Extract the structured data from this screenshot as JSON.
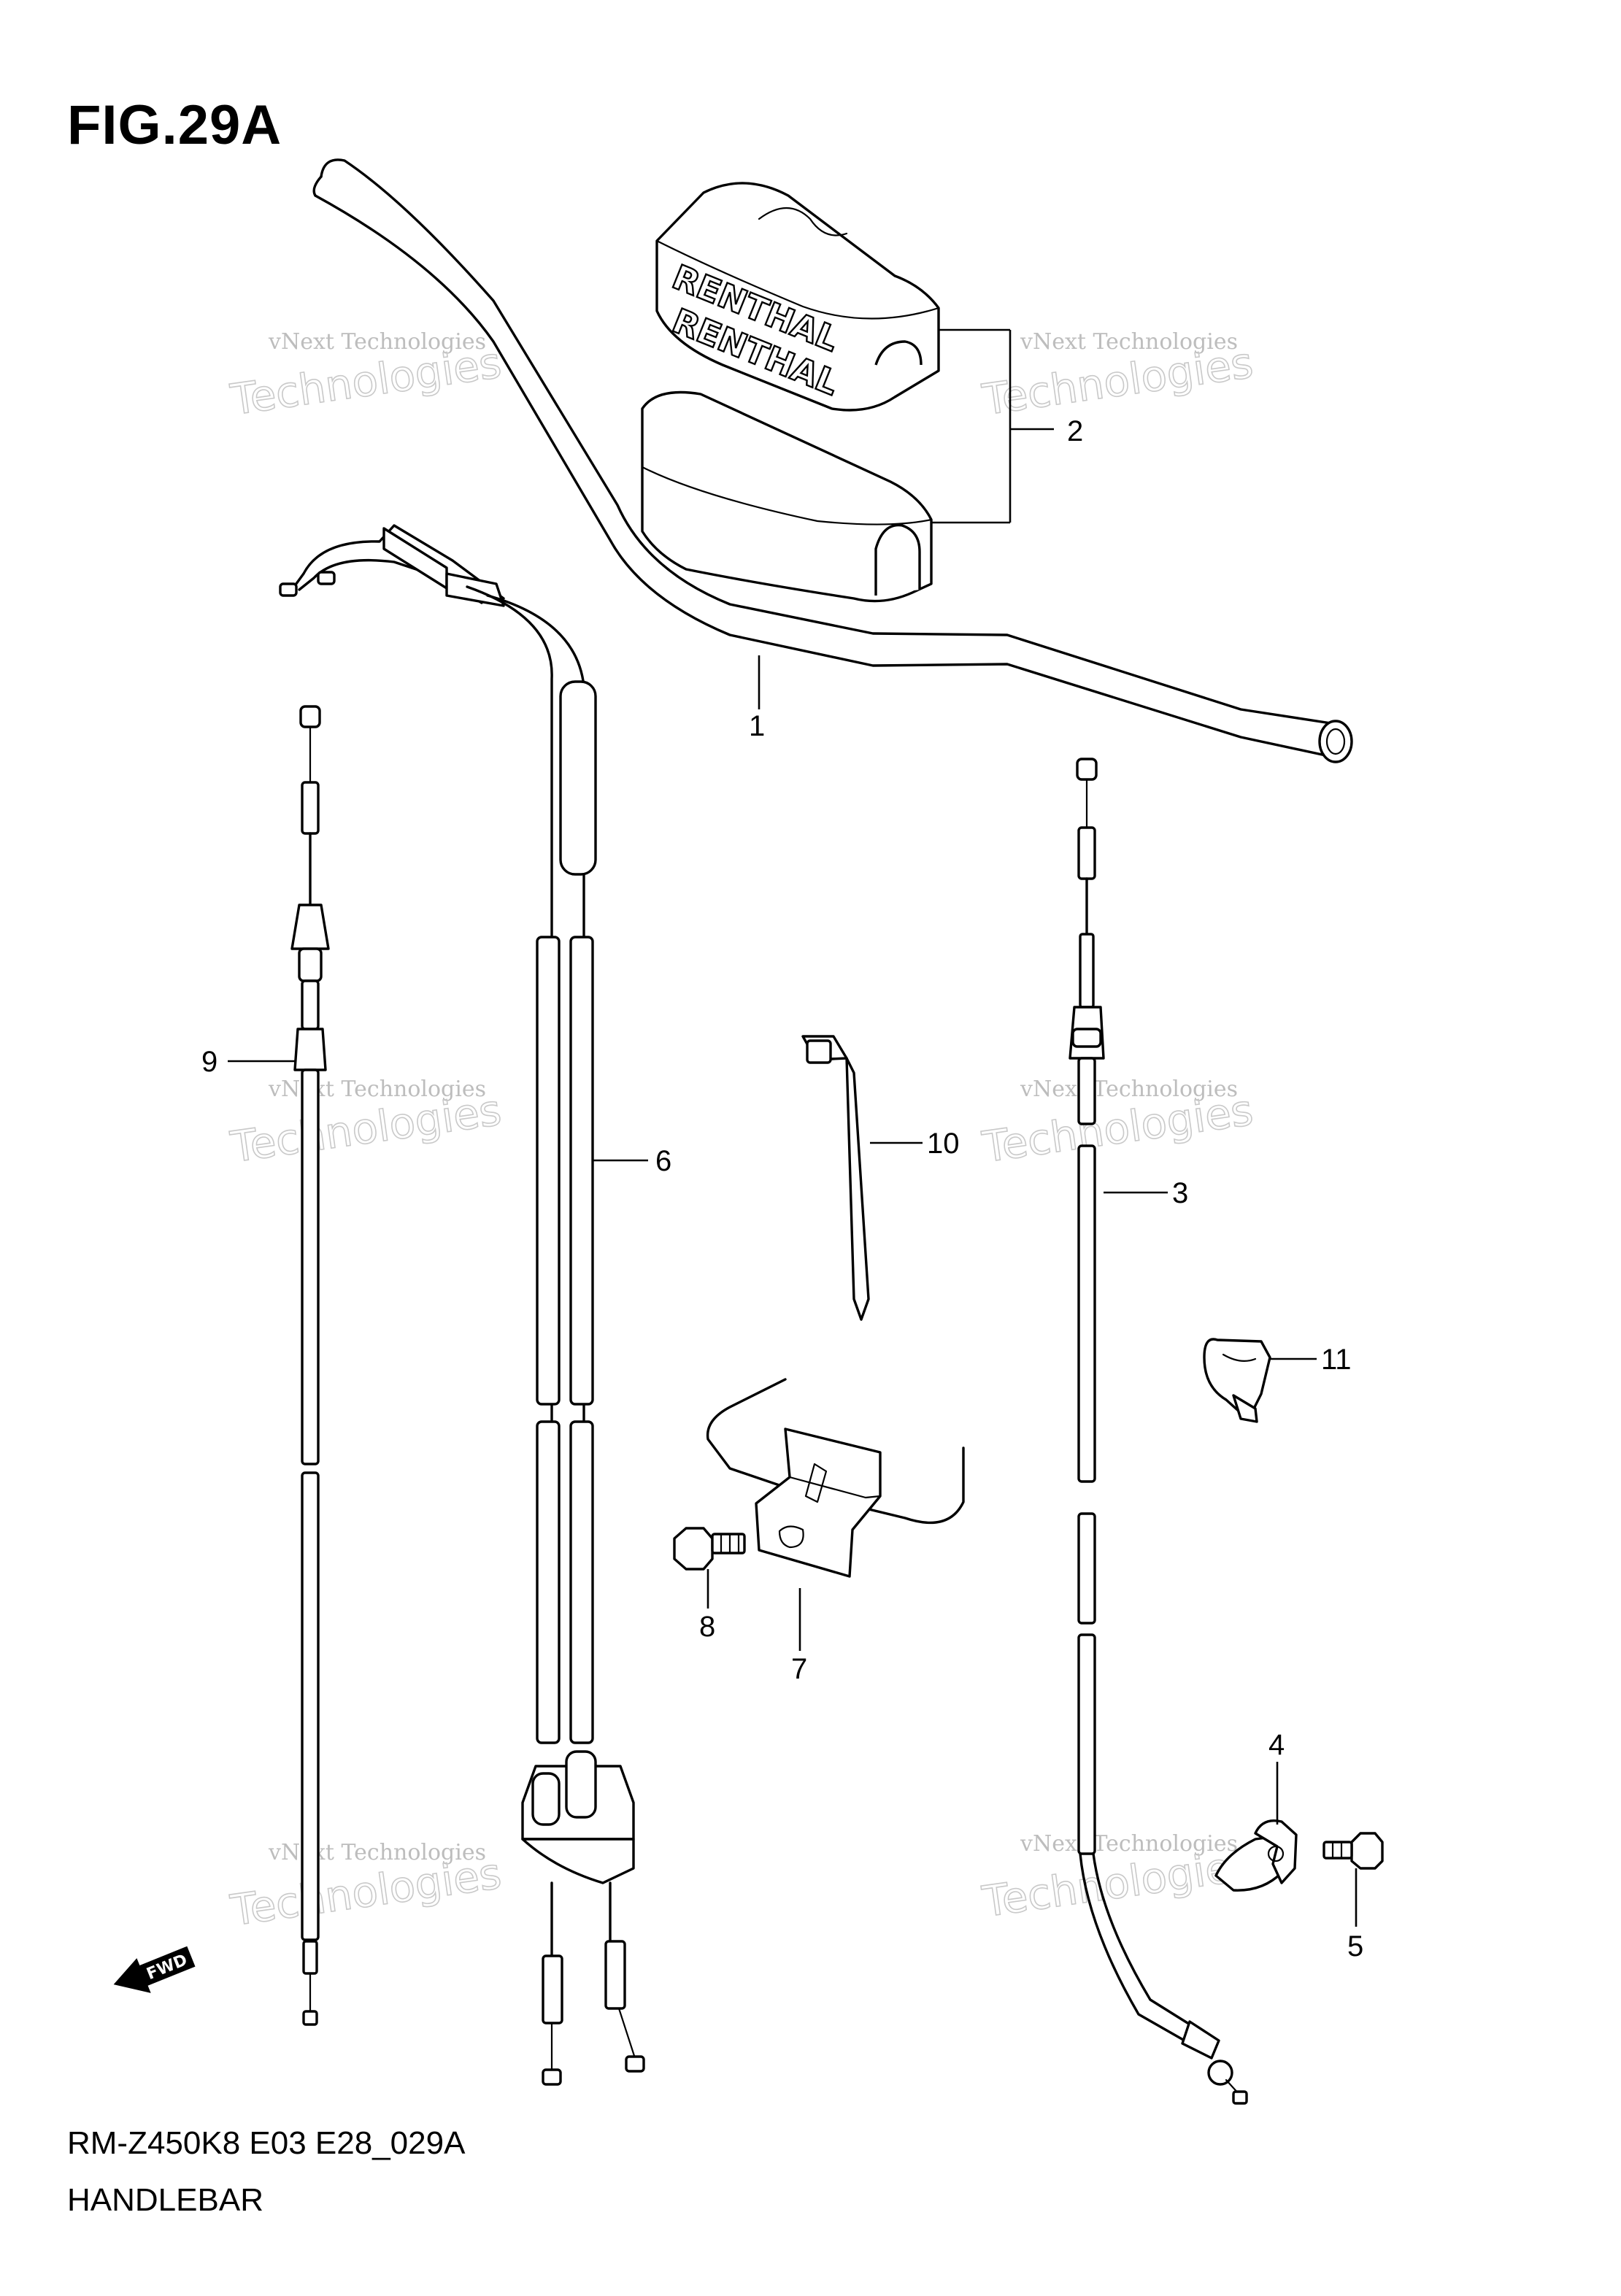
{
  "figure": {
    "title": "FIG.29A",
    "model_code": "RM-Z450K8 E03 E28_029A",
    "section_name": "HANDLEBAR"
  },
  "parts": [
    {
      "ref": "1"
    },
    {
      "ref": "2"
    },
    {
      "ref": "3"
    },
    {
      "ref": "4"
    },
    {
      "ref": "5"
    },
    {
      "ref": "6"
    },
    {
      "ref": "7"
    },
    {
      "ref": "8"
    },
    {
      "ref": "9"
    },
    {
      "ref": "10"
    },
    {
      "ref": "11"
    }
  ],
  "pad_branding": "RENTHAL",
  "direction_marker": {
    "label": "FWD",
    "icon": "forward-arrow-icon"
  },
  "watermark": {
    "line1": "vNext Technologies",
    "line2": "Technologies"
  }
}
